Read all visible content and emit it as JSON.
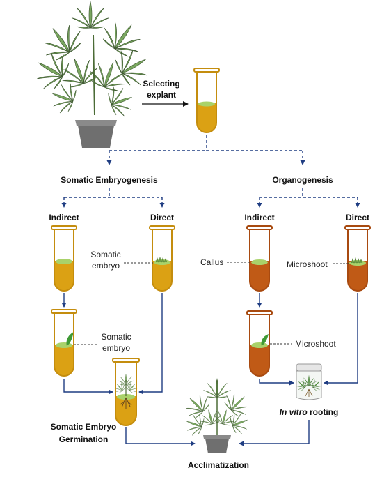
{
  "labels": {
    "selecting": "Selecting",
    "explant": "explant",
    "somatic_embryogenesis": "Somatic Embryogenesis",
    "organogenesis": "Organogenesis",
    "se_indirect": "Indirect",
    "se_direct": "Direct",
    "org_indirect": "Indirect",
    "org_direct": "Direct",
    "somatic_embryo_1a": "Somatic",
    "somatic_embryo_1b": "embryo",
    "somatic_embryo_2a": "Somatic",
    "somatic_embryo_2b": "embryo",
    "callus": "Callus",
    "microshoot_1": "Microshoot",
    "microshoot_2": "Microshoot",
    "in_vitro": "In vitro",
    "rooting": " rooting",
    "germination_1": "Somatic Embryo",
    "germination_2": "Germination",
    "acclimatization": "Acclimatization"
  },
  "colors": {
    "tube_yellow": "#dba114",
    "tube_orange": "#c05a16",
    "medium_green": "#a9d26a",
    "arrow_blue": "#1f3d82",
    "leaf_green": "#7aa760",
    "pot_gray": "#7b7b7b"
  },
  "icons": [
    "cannabis-plant-icon",
    "test-tube-icon",
    "rooting-jar-icon",
    "potted-plant-icon"
  ]
}
